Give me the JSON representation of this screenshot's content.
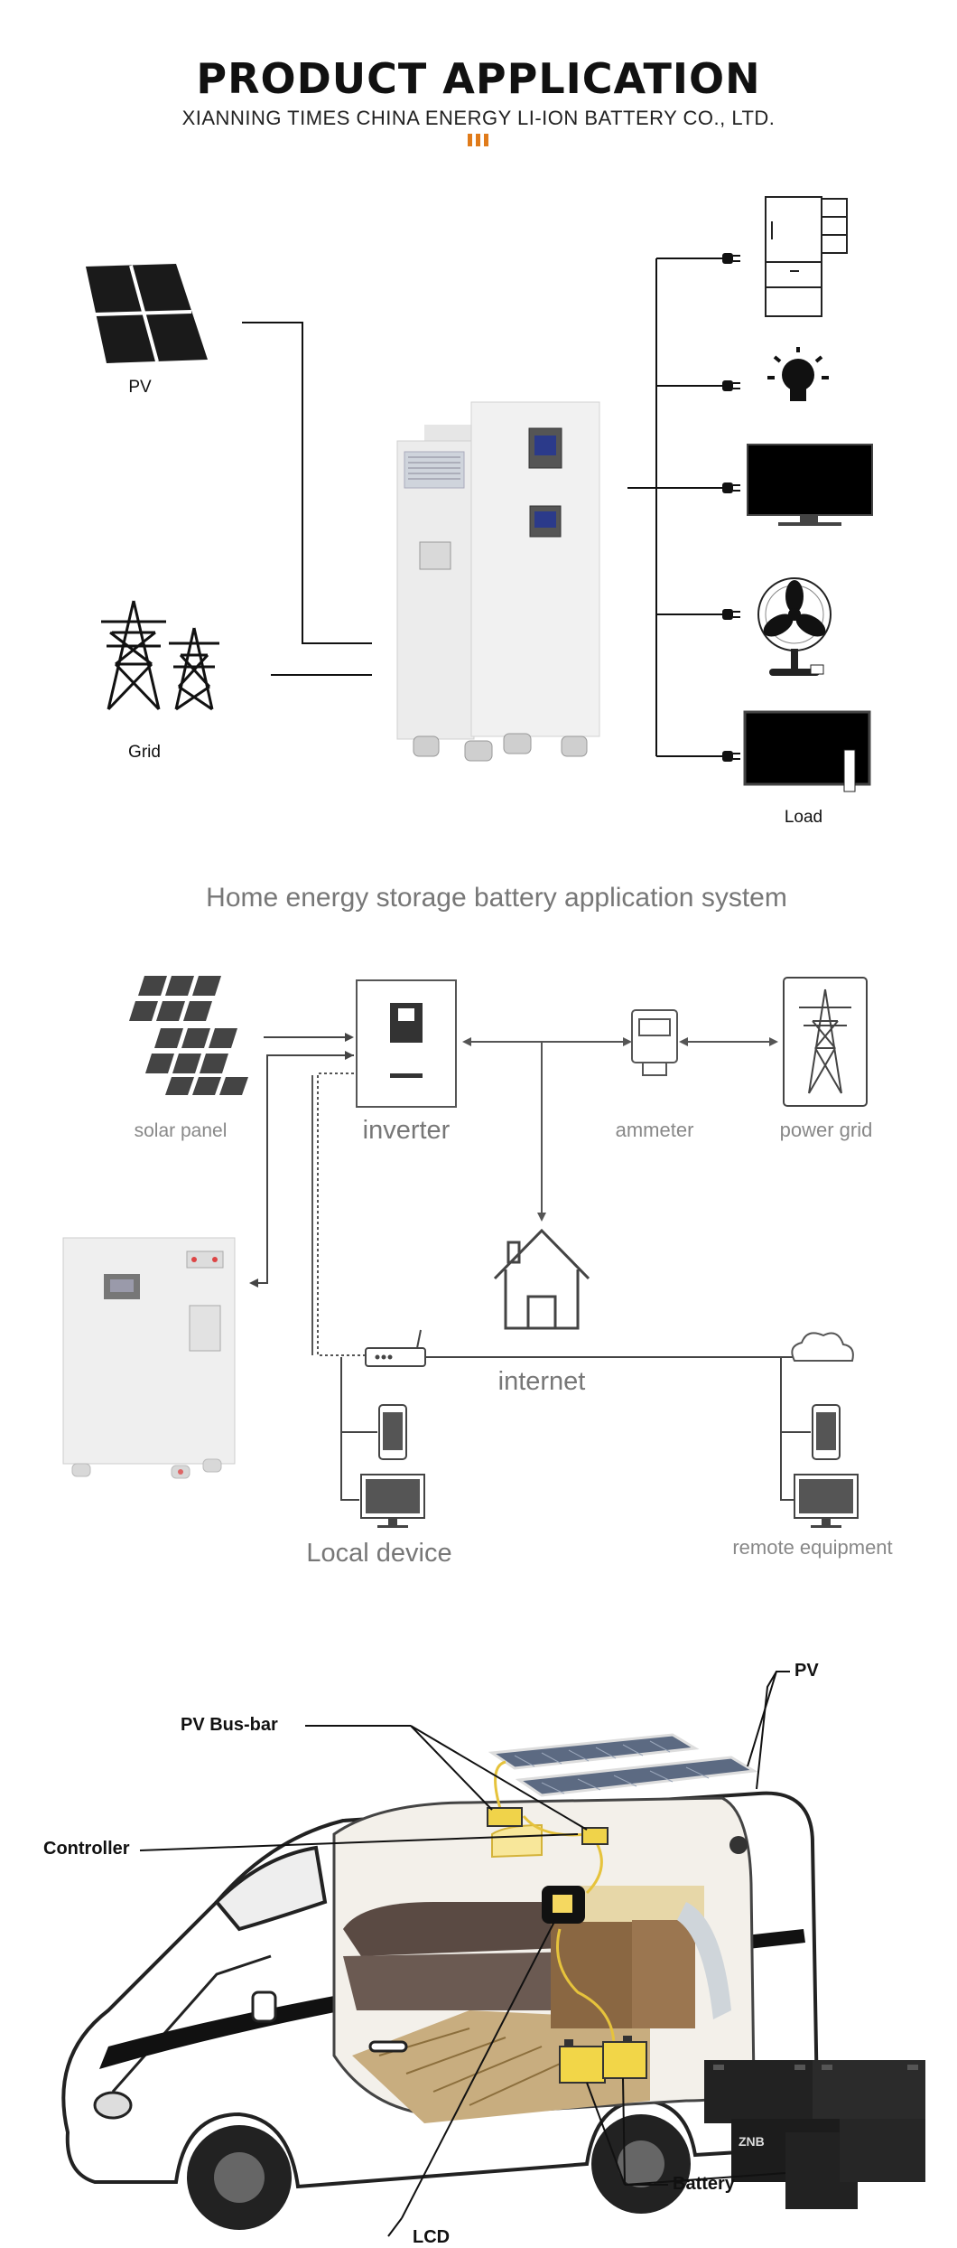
{
  "header": {
    "title": "PRODUCT APPLICATION",
    "subtitle": "XIANNING TIMES CHINA ENERGY LI-ION BATTERY CO., LTD.",
    "accent_color": "#e07b1a"
  },
  "section1": {
    "pv_label": "PV",
    "grid_label": "Grid",
    "load_label": "Load",
    "loads": [
      "fridge-icon",
      "bulb-icon",
      "tv-icon",
      "fan-icon",
      "monitor-icon"
    ]
  },
  "section2": {
    "caption": "Home energy storage battery application system",
    "solar_label": "solar panel",
    "inverter_label": "inverter",
    "ammeter_label": "ammeter",
    "grid_label": "power grid",
    "internet_label": "internet",
    "local_label": "Local device",
    "remote_label": "remote equipment"
  },
  "section3": {
    "pv_label": "PV",
    "busbar_label": "PV Bus-bar",
    "controller_label": "Controller",
    "battery_label": "Battery",
    "lcd_label": "LCD",
    "battery_brand": "ZNB"
  }
}
